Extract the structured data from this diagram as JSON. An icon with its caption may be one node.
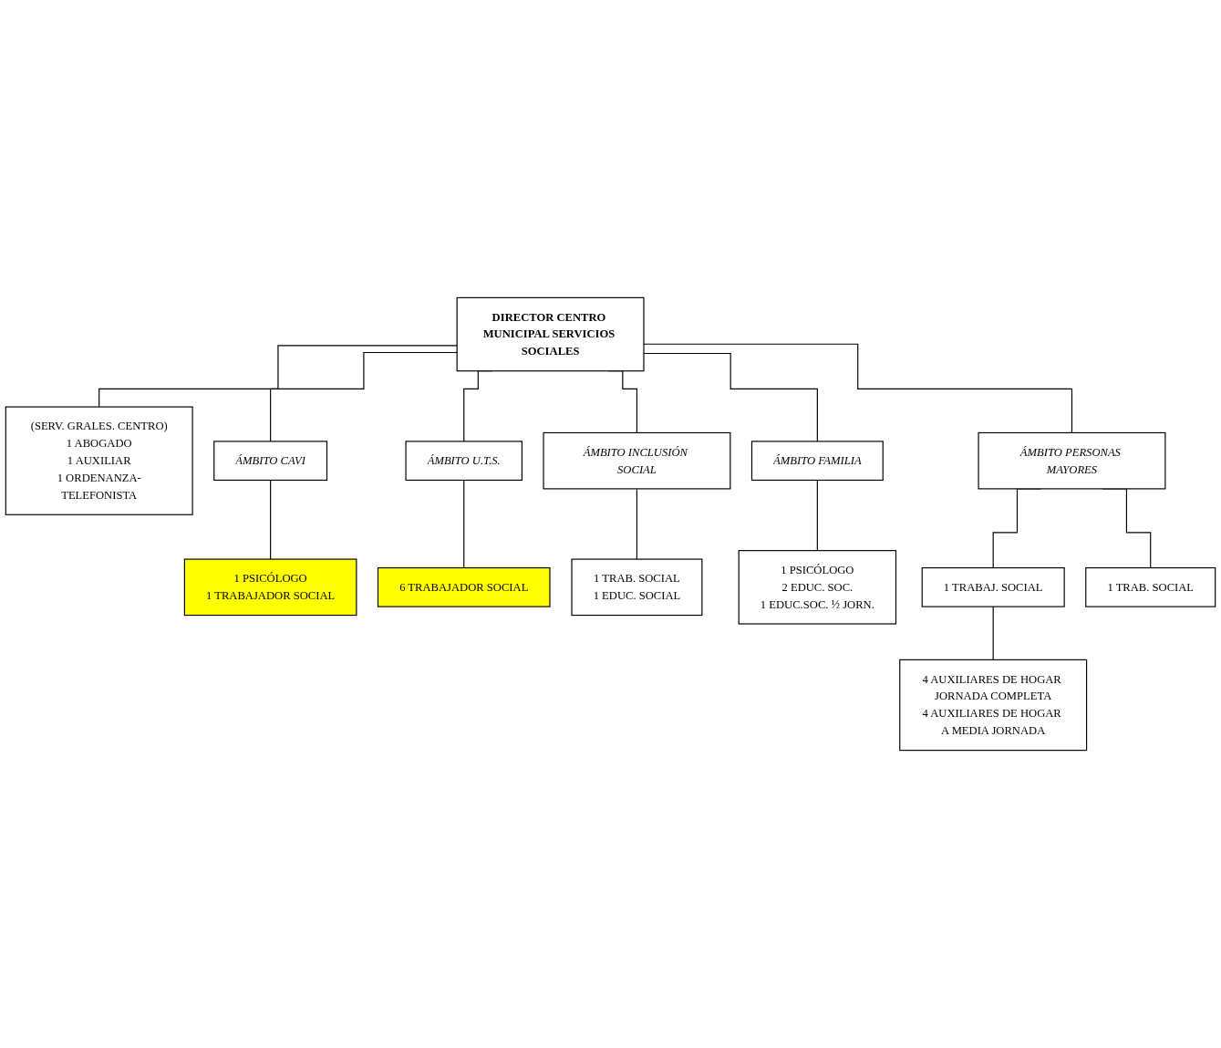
{
  "diagram": {
    "nodes": [
      {
        "text": [
          "DIRECTOR CENTRO MUNICIPAL SERVICIOS SOCIALES"
        ]
      },
      {
        "text": [
          "(SERV. GRALES. CENTRO)",
          "1 ABOGADO",
          "1 AUXILIAR",
          "1 ORDENANZA-TELEFONISTA"
        ]
      },
      {
        "text": [
          "ÁMBITO CAVI"
        ]
      },
      {
        "text": [
          "ÁMBITO U.T.S."
        ]
      },
      {
        "text": [
          "ÁMBITO PERSONAS MAYORES"
        ]
      },
      {
        "text": [
          "ÁMBITO INCLUSIÓN SOCIAL"
        ]
      },
      {
        "text": [
          "ÁMBITO FAMILIA"
        ]
      },
      {
        "text": [
          "1 PSICÓLOGO",
          "1 TRABAJADOR SOCIAL"
        ]
      },
      {
        "text": [
          "6 TRABAJADOR SOCIAL"
        ]
      },
      {
        "text": [
          "1 TRAB. SOCIAL",
          "1 EDUC. SOCIAL"
        ]
      },
      {
        "text": [
          "1 PSICÓLOGO",
          "2 EDUC. SOC.",
          "1 EDUC.SOC. ½ JORN."
        ]
      },
      {
        "text": [
          "1 TRABAJ. SOCIAL"
        ]
      },
      {
        "text": [
          "1 TRAB. SOCIAL"
        ]
      },
      {
        "text": [
          "4 AUXILIARES DE HOGAR JORNADA COMPLETA",
          "4 AUXILIARES DE HOGAR A MEDIA JORNADA"
        ]
      }
    ],
    "edges": [
      {
        "from": 0,
        "to": 1,
        "arrow": "none"
      },
      {
        "from": 0,
        "to": 2,
        "arrow": "none"
      },
      {
        "from": 0,
        "to": 3,
        "arrow": "none"
      },
      {
        "from": 0,
        "to": 4,
        "arrow": "none"
      },
      {
        "from": 0,
        "to": 5,
        "arrow": "none"
      },
      {
        "from": 0,
        "to": 6,
        "arrow": "none"
      },
      {
        "from": 2,
        "to": 7,
        "arrow": "none"
      },
      {
        "from": 3,
        "to": 8,
        "arrow": "none"
      },
      {
        "from": 5,
        "to": 9,
        "arrow": "none"
      },
      {
        "from": 6,
        "to": 10,
        "arrow": "none"
      },
      {
        "from": 4,
        "to": 11,
        "arrow": "none"
      },
      {
        "from": 4,
        "to": 12,
        "arrow": "none"
      },
      {
        "from": 11,
        "to": 13,
        "arrow": "none"
      }
    ]
  }
}
